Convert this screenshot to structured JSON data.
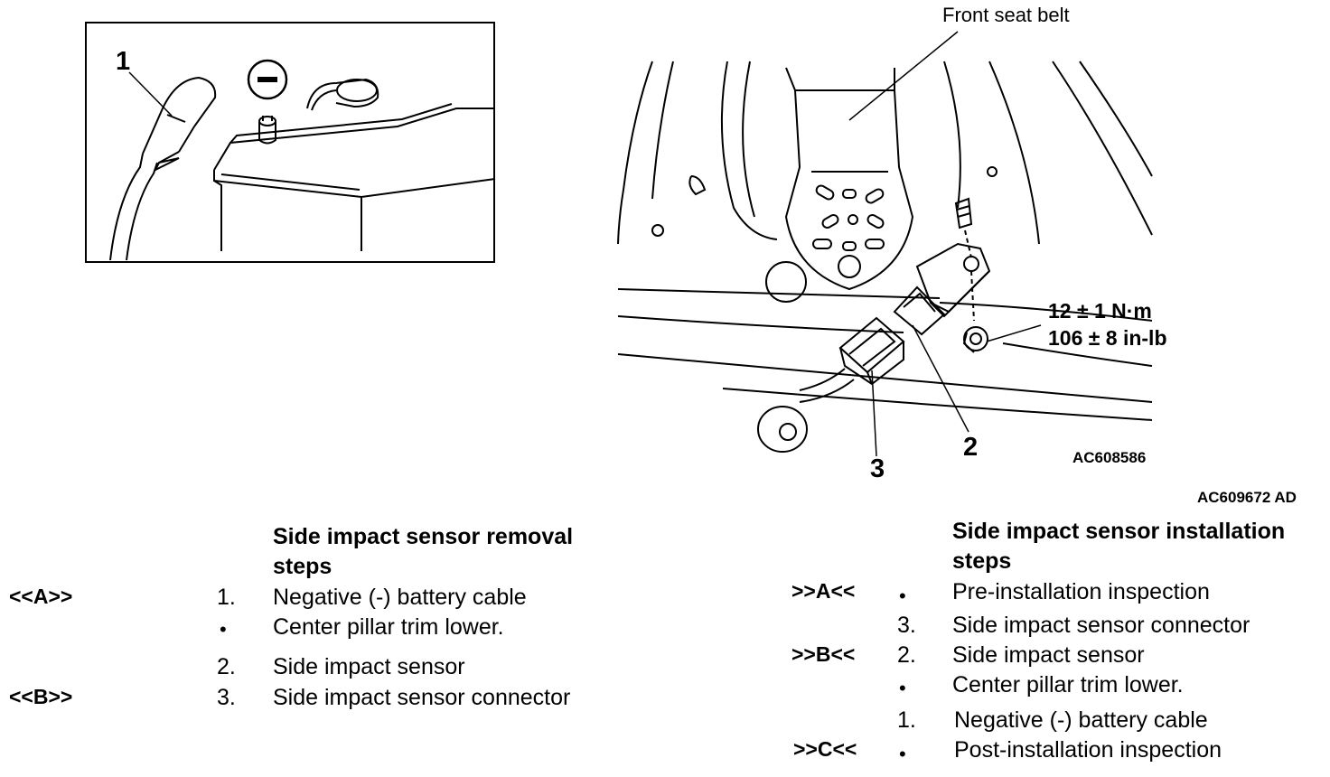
{
  "left_figure": {
    "callout_1": "1",
    "negative_symbol": "minus-terminal-icon"
  },
  "right_figure": {
    "front_seat_belt": "Front seat belt",
    "callout_2": "2",
    "callout_3": "3",
    "torque_metric": "12 ± 1 N·m",
    "torque_imperial": "106 ± 8 in-lb",
    "code": "AC608586"
  },
  "figure_code": "AC609672 AD",
  "removal": {
    "heading": "Side impact sensor removal steps",
    "steps": [
      {
        "ref": "<<A>>",
        "num": "1.",
        "text": "Negative (-) battery cable"
      },
      {
        "ref": "",
        "num": "•",
        "text": "Center pillar trim lower."
      },
      {
        "ref": "",
        "num": "2.",
        "text": "Side impact sensor"
      },
      {
        "ref": "<<B>>",
        "num": "3.",
        "text": "Side impact sensor connector"
      }
    ]
  },
  "installation": {
    "heading": "Side impact sensor installation steps",
    "steps": [
      {
        "ref": ">>A<<",
        "num": "•",
        "text": "Pre-installation inspection"
      },
      {
        "ref": "",
        "num": "3.",
        "text": "Side impact sensor connector"
      },
      {
        "ref": ">>B<<",
        "num": "2.",
        "text": "Side impact sensor"
      },
      {
        "ref": "",
        "num": "•",
        "text": "Center pillar trim lower."
      },
      {
        "ref": "",
        "num": "1.",
        "text": "Negative (-) battery cable"
      },
      {
        "ref": ">>C<<",
        "num": "•",
        "text": "Post-installation inspection"
      }
    ]
  }
}
